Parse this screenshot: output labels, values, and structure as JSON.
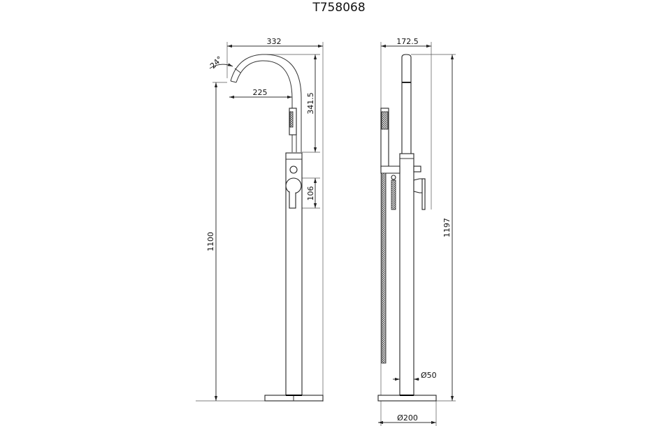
{
  "title": "T758068",
  "front_view": {
    "width_dim": "332",
    "reach_dim": "225",
    "spout_height_dim": "341.5",
    "handle_dim": "106",
    "total_height_dim": "1100",
    "angle_dim": "24°"
  },
  "side_view": {
    "depth_dim": "172.5",
    "total_height_dim": "1197",
    "column_diameter_dim": "Ø50",
    "base_diameter_dim": "Ø200"
  }
}
